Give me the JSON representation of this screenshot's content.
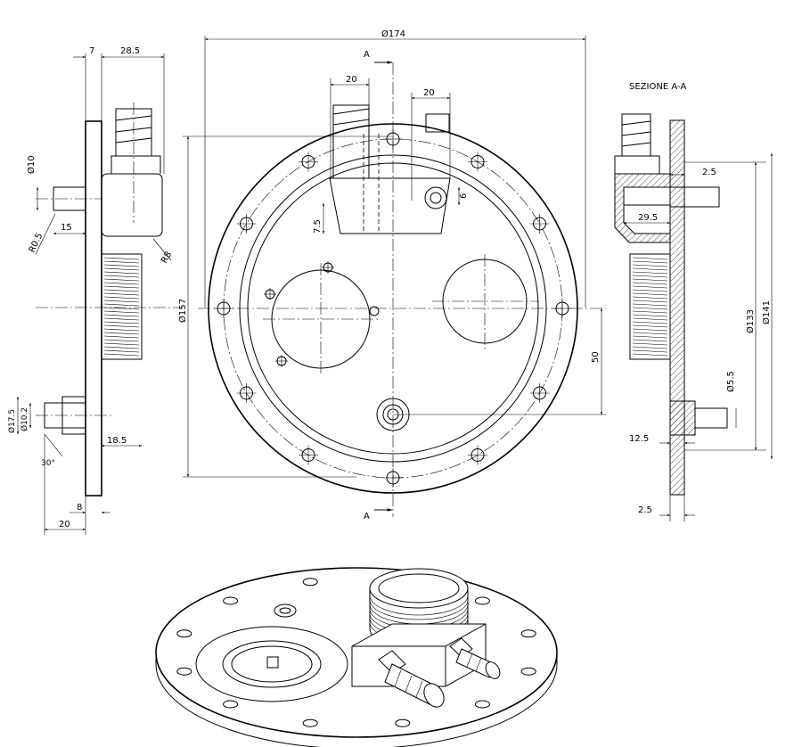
{
  "section_title": "SEZIONE  A-A",
  "section_marks": {
    "top": "A",
    "bottom": "A"
  },
  "front_dims": {
    "outer_dia": "Ø174",
    "bolt_dia": "Ø157",
    "slot_left_w": "20",
    "slot_right_w": "20",
    "depth": "7.5",
    "six": "6",
    "offset": "50"
  },
  "side_dims": {
    "seven": "7",
    "w285": "28.5",
    "dia10": "Ø10",
    "r05": "R0.5",
    "fifteen": "15",
    "r8": "R8",
    "dia175": "Ø17.5",
    "dia102": "Ø10.2",
    "w185": "18.5",
    "angle30": "30°",
    "eight": "8",
    "twenty": "20"
  },
  "section_dims": {
    "t25_top": "2.5",
    "w295": "29.5",
    "dia133": "Ø133",
    "dia141": "Ø141",
    "dia55": "Ø5.5",
    "w125": "12.5",
    "t25_bottom": "2.5"
  }
}
